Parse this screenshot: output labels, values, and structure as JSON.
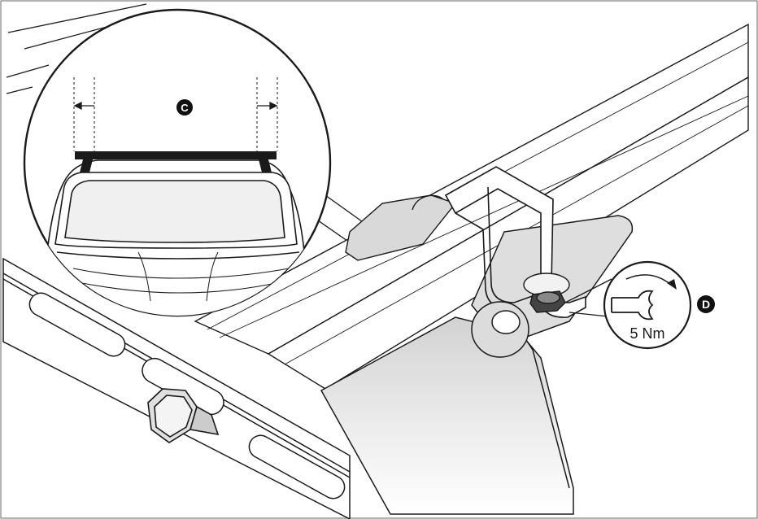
{
  "callouts": {
    "c": {
      "letter": "C"
    },
    "d": {
      "letter": "D"
    }
  },
  "torque": {
    "label": "5 Nm"
  },
  "icons": [
    "wrench-icon",
    "rotation-arrow-icon",
    "double-arrow-icon"
  ],
  "colors": {
    "stroke": "#1a1a1a",
    "fill_light": "#e6e6e6",
    "fill_white": "#ffffff",
    "badge": "#111111"
  }
}
